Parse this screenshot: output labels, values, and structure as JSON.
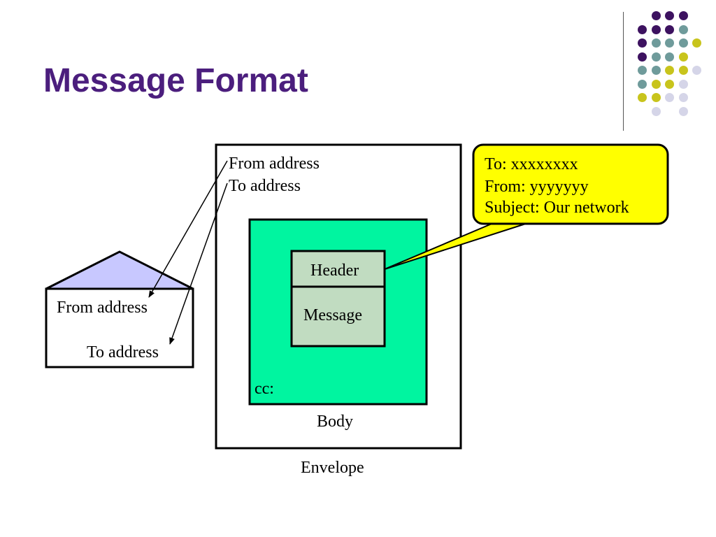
{
  "title": "Message Format",
  "colors": {
    "title": "#4b1e7d",
    "dark_purple": "#3d1260",
    "teal": "#6f9b9b",
    "yellow": "#c8c41c",
    "lavender": "#d5d5e8",
    "body_fill": "#00f5a0",
    "header_fill": "#c1dcc1",
    "callout_fill": "#ffff00",
    "envelope_flap": "#c8c8ff"
  },
  "envelope_icon": {
    "from_label": "From address",
    "to_label": "To address"
  },
  "envelope": {
    "from_label": "From address",
    "to_label": "To address",
    "caption": "Envelope"
  },
  "body": {
    "cc_label": "cc:",
    "caption": "Body"
  },
  "message": {
    "header_label": "Header",
    "message_label": "Message"
  },
  "callout": {
    "line1": "To: xxxxxxxx",
    "line2": "From: yyyyyyy",
    "line3": "Subject: Our network"
  }
}
